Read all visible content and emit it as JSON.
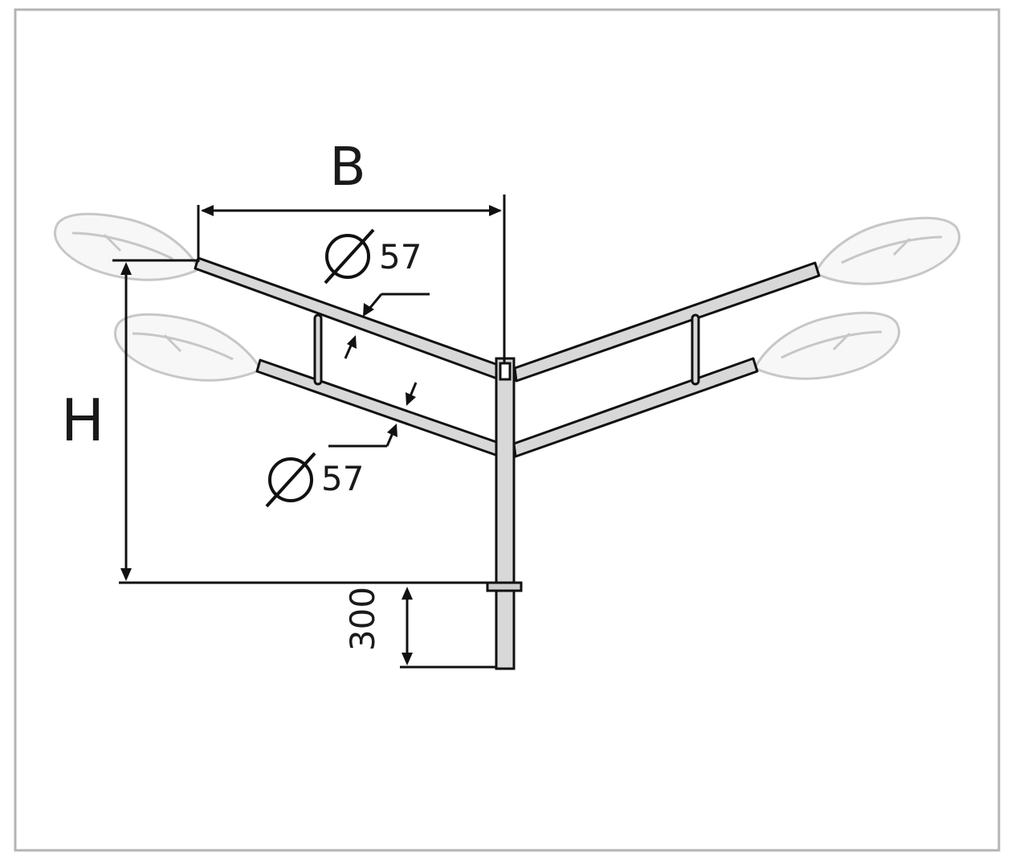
{
  "diagram": {
    "label_b": "B",
    "label_h": "H",
    "label_upper_diameter": "57",
    "label_lower_diameter": "57",
    "label_base_offset": "300",
    "diameter_symbol": "diameter-symbol",
    "colors": {
      "frame": "#b4b4b4",
      "line": "#111111",
      "arm_fill": "#d8d8d8",
      "lamp_stroke": "#c7c7c7",
      "lamp_fill": "#f7f7f7"
    }
  }
}
